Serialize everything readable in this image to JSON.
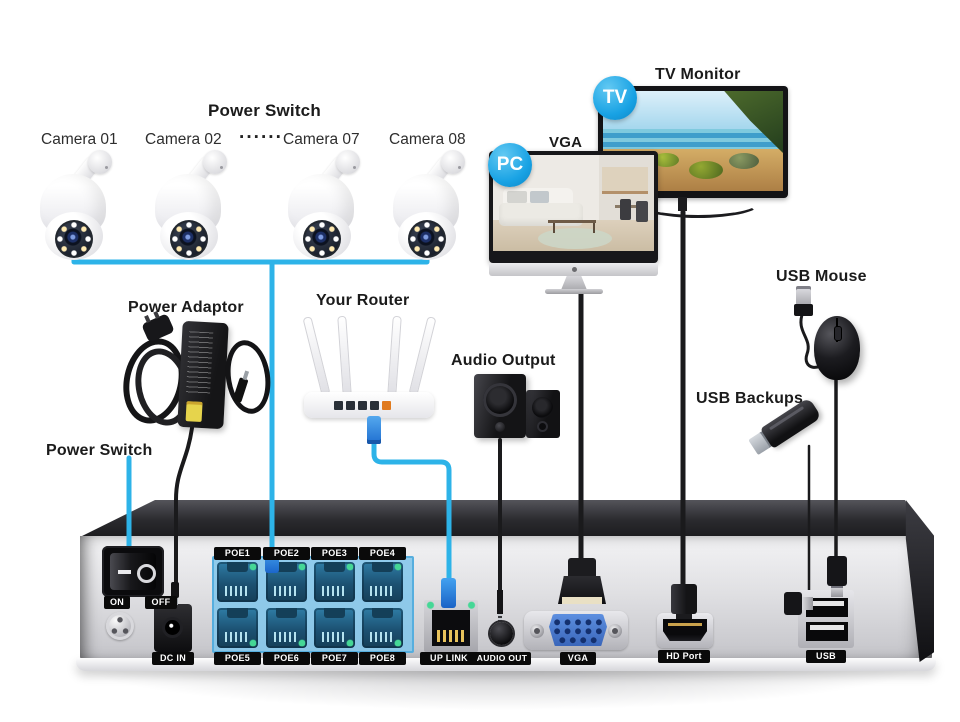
{
  "heading": {
    "power_switch": "Power Switch"
  },
  "cameras": {
    "labels": [
      "Camera 01",
      "Camera 02",
      "Camera 07",
      "Camera 08"
    ],
    "ellipsis": "······"
  },
  "labels": {
    "tv_monitor": "TV Monitor",
    "vga_monitor": "VGA",
    "usb_mouse": "USB Mouse",
    "usb_backups": "USB Backups",
    "power_adaptor": "Power Adaptor",
    "your_router": "Your Router",
    "audio_output": "Audio Output",
    "power_switch": "Power Switch"
  },
  "badges": {
    "tv": "TV",
    "pc": "PC"
  },
  "nvr": {
    "on": "ON",
    "off": "OFF",
    "dc_in": "DC IN",
    "poe_top": [
      "POE1",
      "POE2",
      "POE3",
      "POE4"
    ],
    "poe_bottom": [
      "POE5",
      "POE6",
      "POE7",
      "POE8"
    ],
    "up_link": "UP LINK",
    "audio_out": "AUDIO OUT",
    "vga": "VGA",
    "hd_port": "HD Port",
    "usb": "USB"
  },
  "colors": {
    "cable_cyan": "#2db3e8",
    "badge_blue": "#18a2e4",
    "poe_overlay_blue": "#80c6eb",
    "port_teal": "#1c5172",
    "vga_blue": "#4a7fd2",
    "led_green": "#45d796"
  }
}
